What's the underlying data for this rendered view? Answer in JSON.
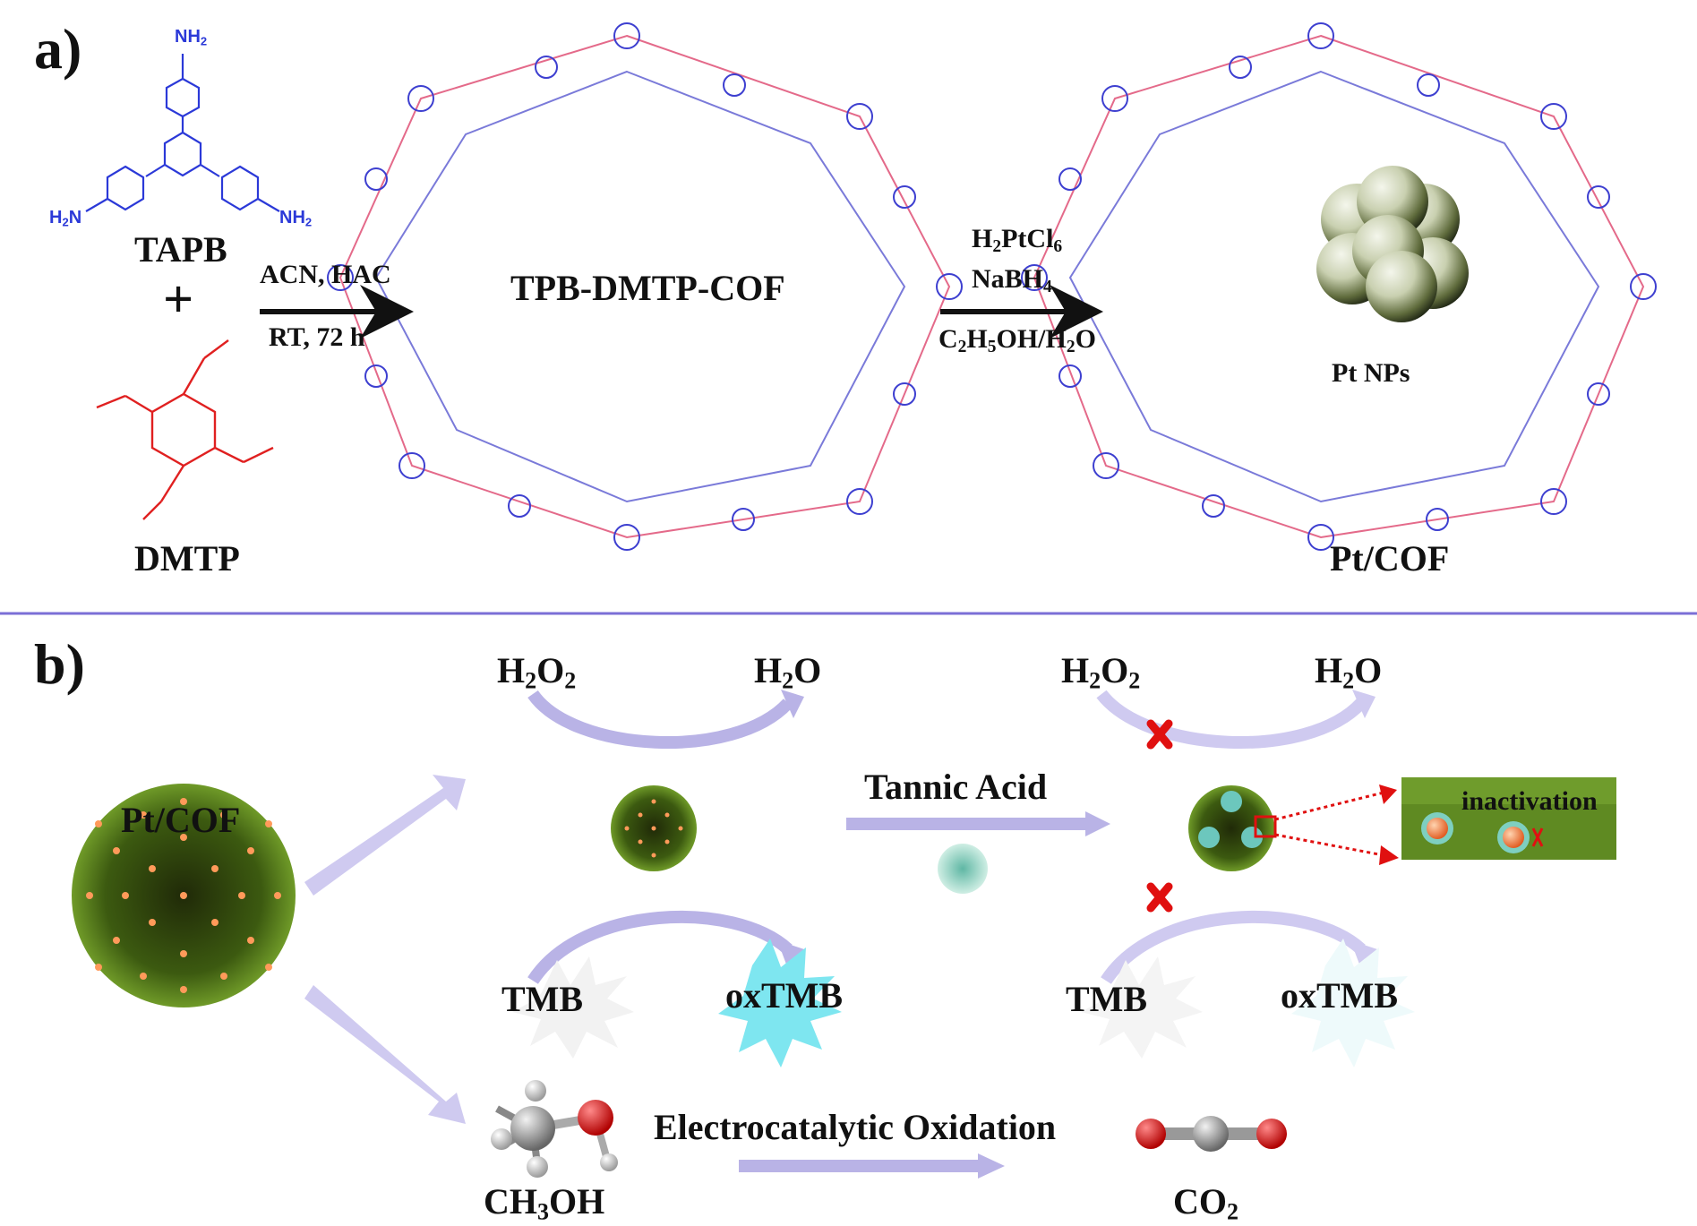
{
  "panel_a": {
    "letter": "a)",
    "tapb": {
      "name": "TAPB",
      "nh2": "NH",
      "nh2_sub": "2",
      "h2n": "H",
      "h2n_sub": "2",
      "h2n_tail": "N"
    },
    "plus": "+",
    "dmtp": {
      "name": "DMTP"
    },
    "step1": {
      "line1": "ACN, HAC",
      "line2": "RT, 72 h"
    },
    "cof_name": "TPB-DMTP-COF",
    "step2": {
      "line1_a": "H",
      "line1_s1": "2",
      "line1_b": "PtCl",
      "line1_s2": "6",
      "line2_a": "NaBH",
      "line2_s": "4",
      "line3_a": "C",
      "line3_s1": "2",
      "line3_b": "H",
      "line3_s2": "5",
      "line3_c": "OH/H",
      "line3_s3": "2",
      "line3_d": "O"
    },
    "pt_nps": "Pt NPs",
    "product": "Pt/COF"
  },
  "panel_b": {
    "letter": "b)",
    "ptcof": "Pt/COF",
    "left_cycle": {
      "h2o2_a": "H",
      "h2o2_s1": "2",
      "h2o2_b": "O",
      "h2o2_s2": "2",
      "h2o_a": "H",
      "h2o_s": "2",
      "h2o_b": "O",
      "tmb": "TMB",
      "oxtmb": "oxTMB"
    },
    "tannic": "Tannic Acid",
    "right_cycle": {
      "h2o2_a": "H",
      "h2o2_s1": "2",
      "h2o2_b": "O",
      "h2o2_s2": "2",
      "h2o_a": "H",
      "h2o_s": "2",
      "h2o_b": "O",
      "tmb": "TMB",
      "oxtmb": "oxTMB"
    },
    "inactivation": "inactivation",
    "electro": "Electrocatalytic Oxidation",
    "methanol": {
      "a": "CH",
      "s": "3",
      "b": "OH"
    },
    "co2": {
      "a": "CO",
      "s": "2"
    }
  },
  "colors": {
    "blue": "#2b39d8",
    "red": "#e02020",
    "divider": "#7b6fd6",
    "arrow_purple": "#b9b3e6"
  }
}
